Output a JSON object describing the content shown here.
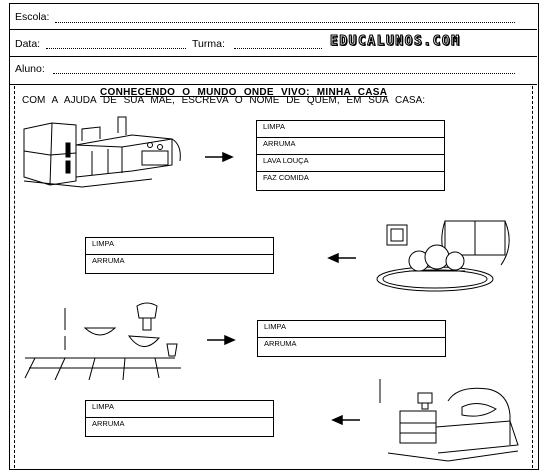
{
  "header": {
    "school_label": "Escola:",
    "date_label": "Data:",
    "class_label": "Turma:",
    "student_label": "Aluno:",
    "logo_text": "EDUCALUNOS.COM"
  },
  "title": "CONHECENDO O MUNDO ONDE VIVO: MINHA CASA",
  "instruction": "COM A AJUDA DE SUA MÃE, ESCREVA O NOME DE QUEM, EM SUA CASA:",
  "sections": [
    {
      "room": "kitchen-illustration",
      "tasks": [
        "LIMPA",
        "ARRUMA",
        "LAVA LOUÇA",
        "FAZ COMIDA"
      ]
    },
    {
      "room": "living-room-illustration",
      "tasks": [
        "LIMPA",
        "ARRUMA"
      ]
    },
    {
      "room": "bathroom-illustration",
      "tasks": [
        "LIMPA",
        "ARRUMA"
      ]
    },
    {
      "room": "bedroom-illustration",
      "tasks": [
        "LIMPA",
        "ARRUMA"
      ]
    }
  ]
}
